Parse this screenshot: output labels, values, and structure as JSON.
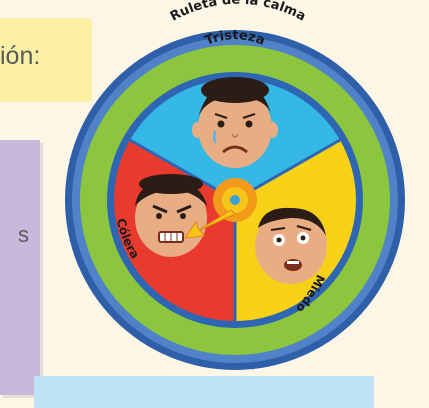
{
  "side_text": "ión:",
  "side_mark": "s",
  "wheel": {
    "title": "Ruleta de la calma",
    "sections": [
      {
        "label": "Tristeza",
        "color": "#35b8e6"
      },
      {
        "label": "Miedo",
        "color": "#f7d117"
      },
      {
        "label": "Cólera",
        "color": "#e93a2e"
      }
    ],
    "colors": {
      "outer_ring": "#2e5fa8",
      "inner_ring": "#8cc63f",
      "hub": "#f39a1a",
      "pointer": "#f7c41b"
    },
    "icons": [
      "sad-face-icon",
      "fearful-face-icon",
      "angry-face-icon",
      "arrow-pointer-icon"
    ]
  }
}
